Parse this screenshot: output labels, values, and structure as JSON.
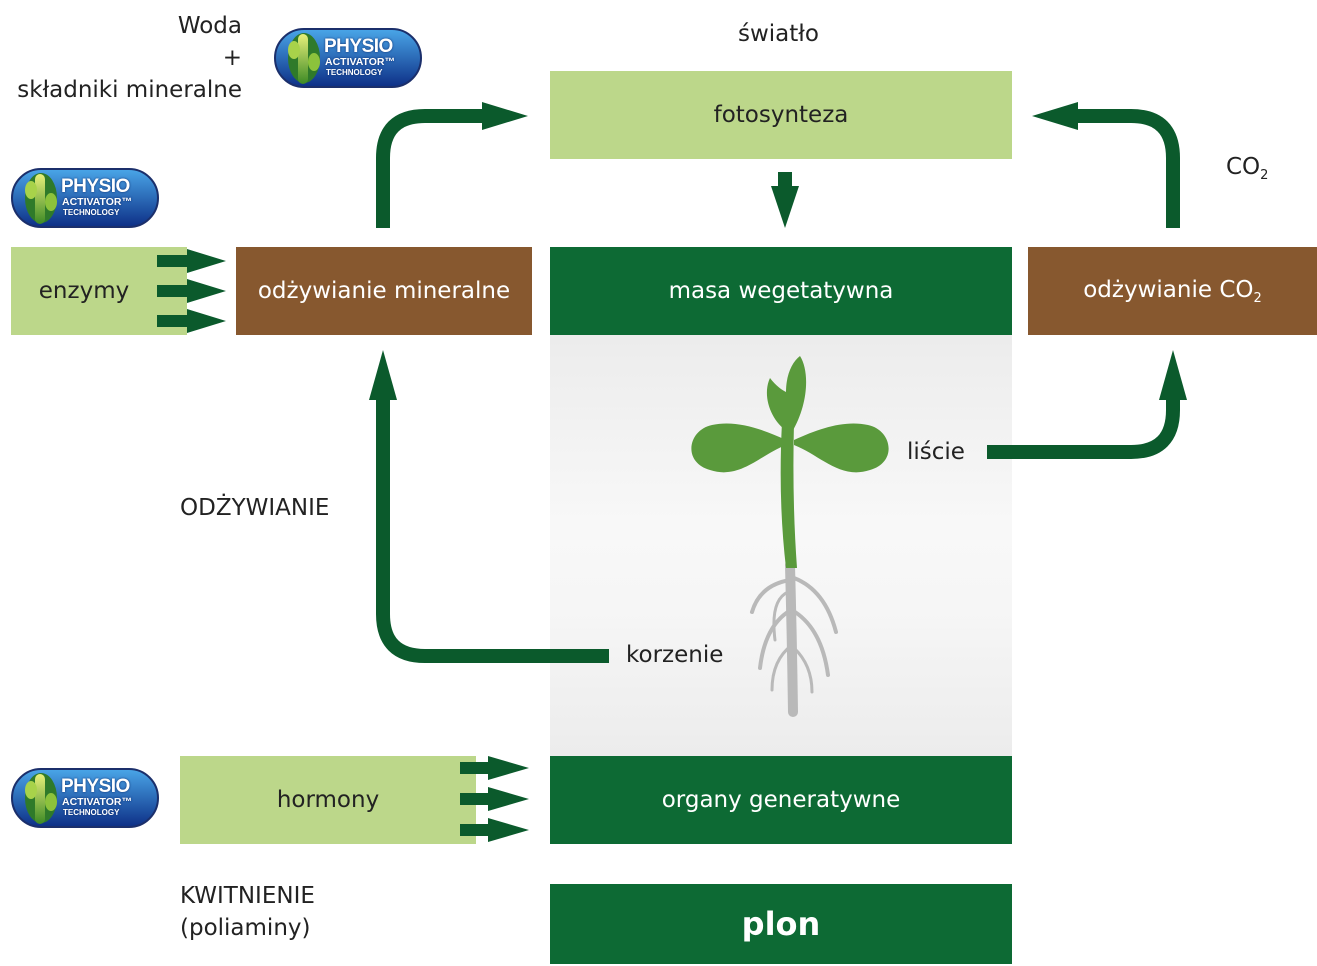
{
  "labels": {
    "water_line1": "Woda",
    "water_plus": "+",
    "water_line2": "składniki mineralne",
    "light": "światło",
    "co2_main": "CO",
    "co2_sub": "2",
    "nutrition": "ODŻYWIANIE",
    "flowering_line1": "KWITNIENIE",
    "flowering_line2": "(poliaminy)",
    "roots": "korzenie",
    "leaves": "liście"
  },
  "boxes": {
    "photosynthesis": "fotosynteza",
    "enzymes": "enzymy",
    "mineral_nutrition": "odżywianie mineralne",
    "vegetative_mass": "masa wegetatywna",
    "co2_nutrition_main": "odżywianie CO",
    "co2_nutrition_sub": "2",
    "hormones": "hormony",
    "generative_organs": "organy generatywne",
    "yield": "plon"
  },
  "badge": {
    "word1": "PHYSIO",
    "word2": "ACTIVATOR™",
    "word3": "TECHNOLOGY"
  },
  "colors": {
    "light_green": "#bcd78a",
    "dark_green": "#0d6a34",
    "brown": "#87582f",
    "arrow_green": "#0b5a2c",
    "plant_green": "#5a9a3c",
    "root_gray": "#b9b9b9"
  }
}
